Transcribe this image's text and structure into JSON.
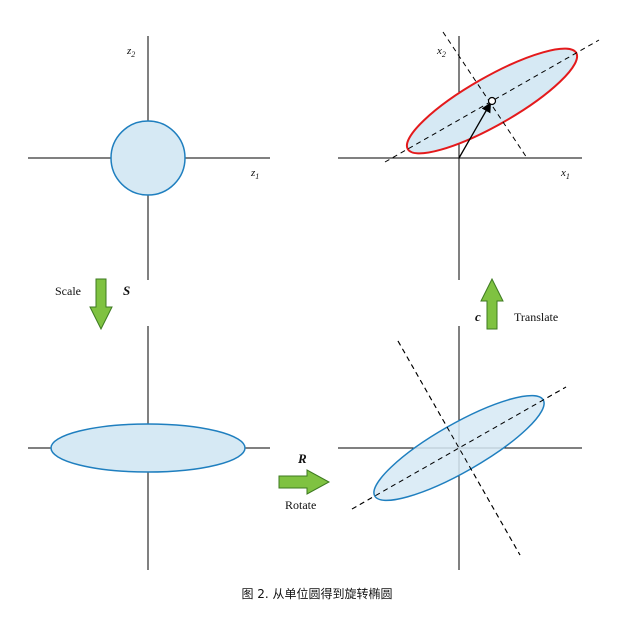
{
  "figure": {
    "caption": "图 2. 从单位圆得到旋转椭圆",
    "panels": {
      "unit_circle": {
        "x_axis_label": "z",
        "x_axis_sub": "1",
        "y_axis_label": "z",
        "y_axis_sub": "2"
      },
      "translated": {
        "x_axis_label": "x",
        "x_axis_sub": "1",
        "y_axis_label": "x",
        "y_axis_sub": "2"
      }
    },
    "steps": {
      "scale": {
        "label": "Scale",
        "symbol": "S"
      },
      "rotate": {
        "label": "Rotate",
        "symbol": "R"
      },
      "translate": {
        "label": "Translate",
        "symbol": "c"
      }
    },
    "colors": {
      "fill": "#d6e9f4",
      "blue_stroke": "#1f7fbf",
      "red_stroke": "#e41a1c",
      "arrow_fill": "#7fc241",
      "arrow_stroke": "#3d7a20",
      "axis": "#000000"
    }
  }
}
